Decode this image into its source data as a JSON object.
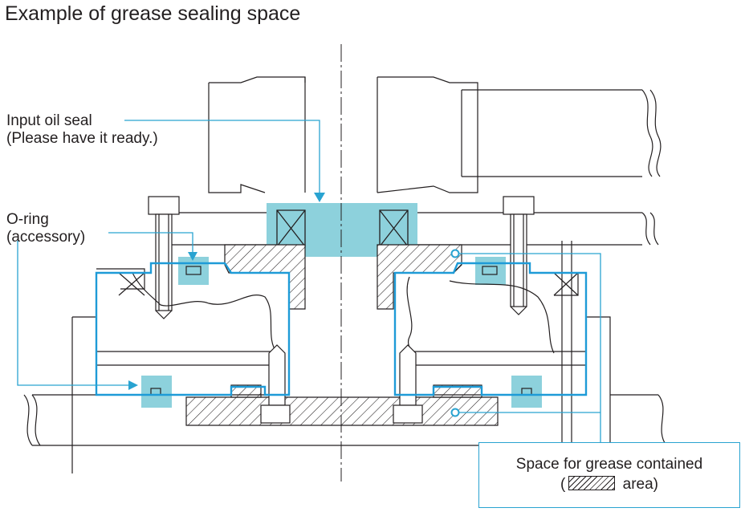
{
  "title": "Example of grease sealing space",
  "labels": {
    "input_oil_seal_line1": "Input oil seal",
    "input_oil_seal_line2": "(Please have it ready.)",
    "oring_line1": "O-ring",
    "oring_line2": "(accessory)"
  },
  "legend": {
    "line1": "Space for grease contained",
    "line2_open": "(",
    "line2_close": " area)"
  },
  "colors": {
    "outline": "#231f20",
    "grease_fill": "#8dd1dc",
    "boundary": "#1e9bd7",
    "leader": "#29a3d1"
  }
}
